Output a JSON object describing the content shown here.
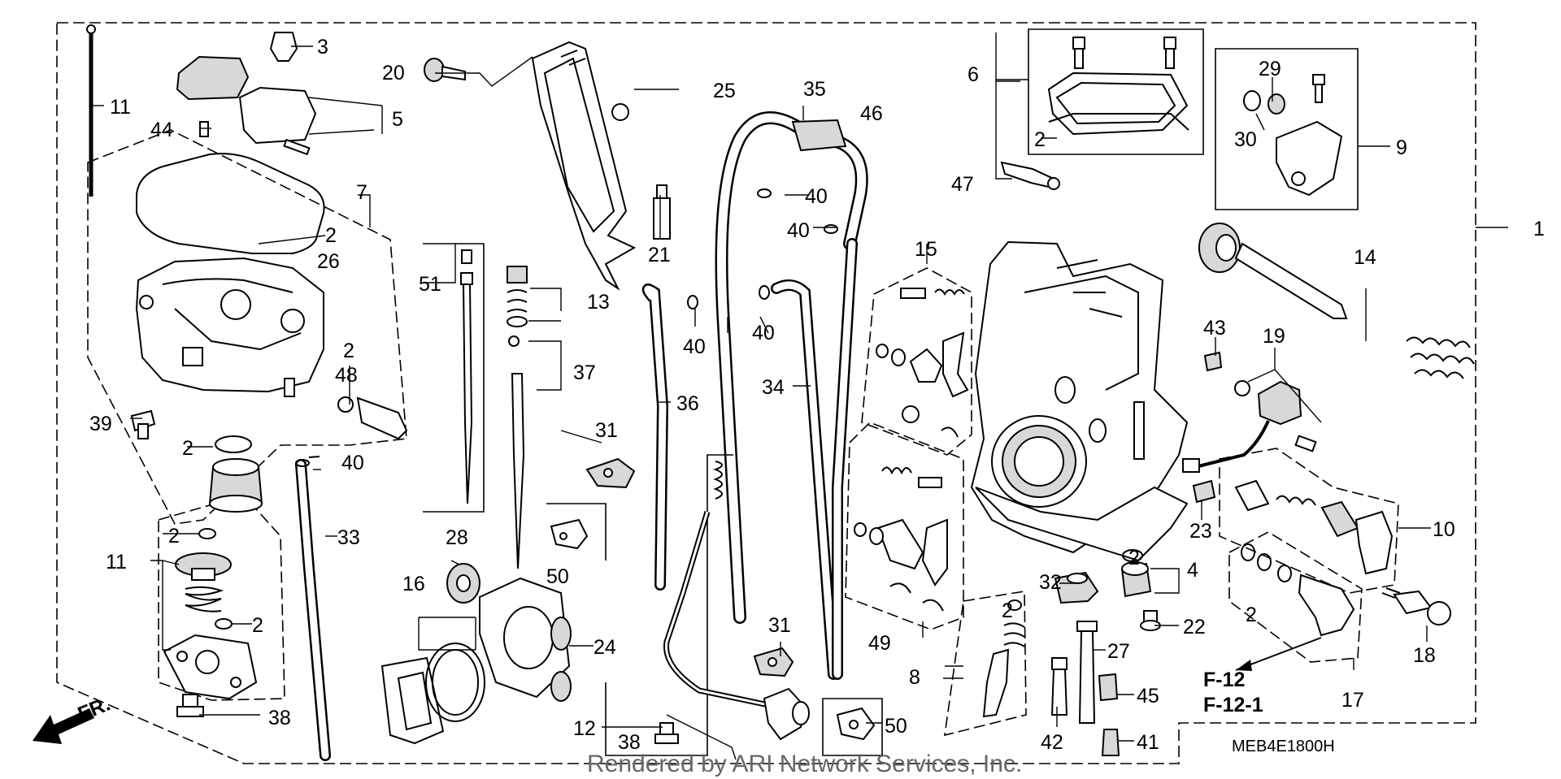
{
  "frame_labels": {
    "fr": "FR.",
    "f12": "F-12",
    "f12_1": "F-12-1",
    "diagram_code": "MEB4E1800H",
    "credit": "Rendered by ARI Network Services, Inc."
  },
  "callouts": [
    {
      "id": "c1",
      "text": "1"
    },
    {
      "id": "c2a",
      "text": "2"
    },
    {
      "id": "c2b",
      "text": "2"
    },
    {
      "id": "c2c",
      "text": "2"
    },
    {
      "id": "c2d",
      "text": "2"
    },
    {
      "id": "c2e",
      "text": "2"
    },
    {
      "id": "c2f",
      "text": "2"
    },
    {
      "id": "c2g",
      "text": "2"
    },
    {
      "id": "c2h",
      "text": "2"
    },
    {
      "id": "c2i",
      "text": "2"
    },
    {
      "id": "c3",
      "text": "3"
    },
    {
      "id": "c4",
      "text": "4"
    },
    {
      "id": "c5",
      "text": "5"
    },
    {
      "id": "c6",
      "text": "6"
    },
    {
      "id": "c7",
      "text": "7"
    },
    {
      "id": "c8",
      "text": "8"
    },
    {
      "id": "c9",
      "text": "9"
    },
    {
      "id": "c10",
      "text": "10"
    },
    {
      "id": "c11a",
      "text": "11"
    },
    {
      "id": "c11b",
      "text": "11"
    },
    {
      "id": "c12",
      "text": "12"
    },
    {
      "id": "c13",
      "text": "13"
    },
    {
      "id": "c14",
      "text": "14"
    },
    {
      "id": "c15",
      "text": "15"
    },
    {
      "id": "c16",
      "text": "16"
    },
    {
      "id": "c17",
      "text": "17"
    },
    {
      "id": "c18",
      "text": "18"
    },
    {
      "id": "c19",
      "text": "19"
    },
    {
      "id": "c20",
      "text": "20"
    },
    {
      "id": "c21",
      "text": "21"
    },
    {
      "id": "c22",
      "text": "22"
    },
    {
      "id": "c23",
      "text": "23"
    },
    {
      "id": "c24",
      "text": "24"
    },
    {
      "id": "c25",
      "text": "25"
    },
    {
      "id": "c26",
      "text": "26"
    },
    {
      "id": "c27",
      "text": "27"
    },
    {
      "id": "c28",
      "text": "28"
    },
    {
      "id": "c29",
      "text": "29"
    },
    {
      "id": "c30",
      "text": "30"
    },
    {
      "id": "c31a",
      "text": "31"
    },
    {
      "id": "c31b",
      "text": "31"
    },
    {
      "id": "c32",
      "text": "32"
    },
    {
      "id": "c33",
      "text": "33"
    },
    {
      "id": "c34",
      "text": "34"
    },
    {
      "id": "c35",
      "text": "35"
    },
    {
      "id": "c36",
      "text": "36"
    },
    {
      "id": "c37",
      "text": "37"
    },
    {
      "id": "c38a",
      "text": "38"
    },
    {
      "id": "c38b",
      "text": "38"
    },
    {
      "id": "c39",
      "text": "39"
    },
    {
      "id": "c40a",
      "text": "40"
    },
    {
      "id": "c40b",
      "text": "40"
    },
    {
      "id": "c40c",
      "text": "40"
    },
    {
      "id": "c40d",
      "text": "40"
    },
    {
      "id": "c40e",
      "text": "40"
    },
    {
      "id": "c41",
      "text": "41"
    },
    {
      "id": "c42",
      "text": "42"
    },
    {
      "id": "c43",
      "text": "43"
    },
    {
      "id": "c44",
      "text": "44"
    },
    {
      "id": "c45",
      "text": "45"
    },
    {
      "id": "c46",
      "text": "46"
    },
    {
      "id": "c47",
      "text": "47"
    },
    {
      "id": "c48",
      "text": "48"
    },
    {
      "id": "c49",
      "text": "49"
    },
    {
      "id": "c50a",
      "text": "50"
    },
    {
      "id": "c50b",
      "text": "50"
    },
    {
      "id": "c51",
      "text": "51"
    }
  ]
}
